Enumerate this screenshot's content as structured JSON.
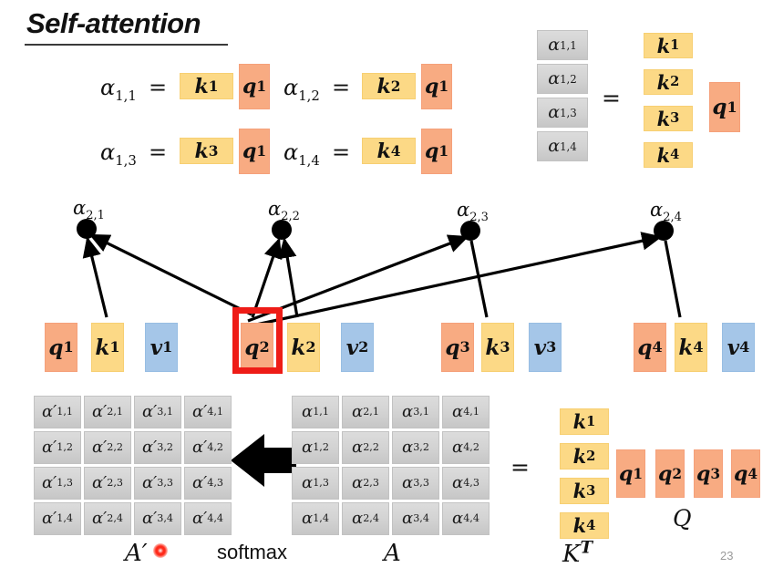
{
  "slide": {
    "title": "Self-attention",
    "page_number": "23"
  },
  "colors": {
    "key": "#fcd986",
    "query": "#f8ab82",
    "value": "#a5c6e8",
    "alpha": "#d4d4d4",
    "highlight": "#ee1c17",
    "laser": "#ff2a1a"
  },
  "equations": [
    {
      "lhs": "α",
      "lhs_sub": "1,1",
      "eq": "=",
      "k": "k",
      "k_sup": "1",
      "q": "q",
      "q_sup": "1"
    },
    {
      "lhs": "α",
      "lhs_sub": "1,2",
      "eq": "=",
      "k": "k",
      "k_sup": "2",
      "q": "q",
      "q_sup": "1"
    },
    {
      "lhs": "α",
      "lhs_sub": "1,3",
      "eq": "=",
      "k": "k",
      "k_sup": "3",
      "q": "q",
      "q_sup": "1"
    },
    {
      "lhs": "α",
      "lhs_sub": "1,4",
      "eq": "=",
      "k": "k",
      "k_sup": "4",
      "q": "q",
      "q_sup": "1"
    }
  ],
  "top_right_matrix": {
    "alpha_column": [
      "1,1",
      "1,2",
      "1,3",
      "1,4"
    ],
    "alpha_symbol": "α",
    "equals": "=",
    "k_column": [
      "1",
      "2",
      "3",
      "4"
    ],
    "k_symbol": "k",
    "q_vector": {
      "symbol": "q",
      "sup": "1"
    }
  },
  "attention_graph": {
    "nodes": [
      {
        "label": "α",
        "sub": "2,1"
      },
      {
        "label": "α",
        "sub": "2,2"
      },
      {
        "label": "α",
        "sub": "2,3"
      },
      {
        "label": "α",
        "sub": "2,4"
      }
    ],
    "groups": [
      {
        "q": "q",
        "q_sup": "1",
        "k": "k",
        "k_sup": "1",
        "v": "v",
        "v_sup": "1",
        "highlighted": false
      },
      {
        "q": "q",
        "q_sup": "2",
        "k": "k",
        "k_sup": "2",
        "v": "v",
        "v_sup": "2",
        "highlighted": true
      },
      {
        "q": "q",
        "q_sup": "3",
        "k": "k",
        "k_sup": "3",
        "v": "v",
        "v_sup": "3",
        "highlighted": false
      },
      {
        "q": "q",
        "q_sup": "4",
        "k": "k",
        "k_sup": "4",
        "v": "v",
        "v_sup": "4",
        "highlighted": false
      }
    ]
  },
  "bottom": {
    "a_prime_matrix": {
      "symbol": "α",
      "prime": "′",
      "cells": [
        [
          "1,1",
          "2,1",
          "3,1",
          "4,1"
        ],
        [
          "1,2",
          "2,2",
          "3,2",
          "4,2"
        ],
        [
          "1,3",
          "2,3",
          "3,3",
          "4,3"
        ],
        [
          "1,4",
          "2,4",
          "3,4",
          "4,4"
        ]
      ],
      "label": "A",
      "label_prime": "′"
    },
    "softmax_label": "softmax",
    "a_matrix": {
      "symbol": "α",
      "cells": [
        [
          "1,1",
          "2,1",
          "3,1",
          "4,1"
        ],
        [
          "1,2",
          "2,2",
          "3,2",
          "4,2"
        ],
        [
          "1,3",
          "2,3",
          "3,3",
          "4,3"
        ],
        [
          "1,4",
          "2,4",
          "3,4",
          "4,4"
        ]
      ],
      "label": "A"
    },
    "equals": "=",
    "k_transpose": {
      "symbol": "k",
      "rows": [
        "1",
        "2",
        "3",
        "4"
      ],
      "label": "K",
      "label_sup": "T"
    },
    "q_matrix": {
      "symbol": "q",
      "cols": [
        "1",
        "2",
        "3",
        "4"
      ],
      "label": "Q"
    }
  }
}
